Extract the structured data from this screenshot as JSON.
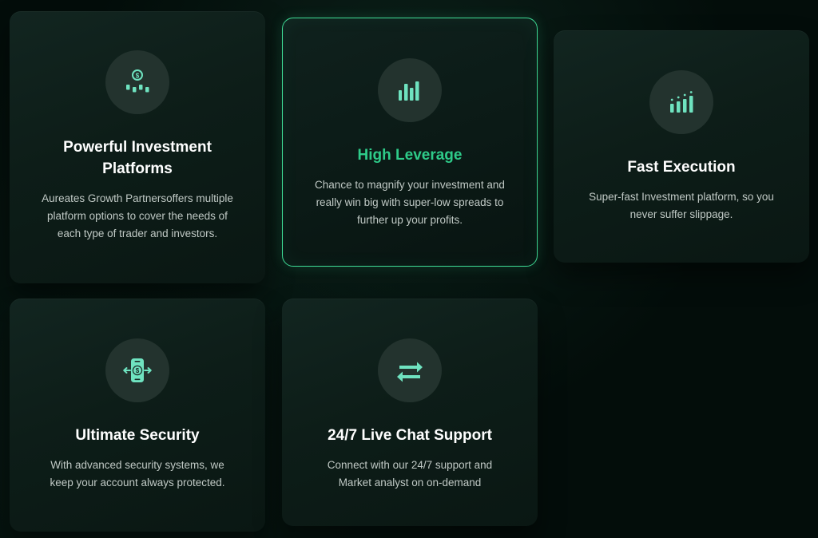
{
  "theme": {
    "page_background": "#030d0a",
    "card_background": "#10201c",
    "highlight_border": "#3fdc96",
    "highlight_title_color": "#2ecb89",
    "title_color": "#ffffff",
    "description_color": "#c0c9c5",
    "icon_circle_color": "#23332e",
    "icon_color": "#6fe3c0"
  },
  "cards": [
    {
      "title": "Powerful Investment Platforms",
      "description": "Aureates Growth Partnersoffers multiple platform options to cover the needs of each type of trader and investors.",
      "icon": "money-bars-icon",
      "highlighted": false
    },
    {
      "title": "High Leverage",
      "description": "Chance to magnify your investment and really win big with super-low spreads to further up your profits.",
      "icon": "bar-chart-icon",
      "highlighted": true
    },
    {
      "title": "Fast Execution",
      "description": "Super-fast Investment platform, so you never suffer slippage.",
      "icon": "growth-chart-icon",
      "highlighted": false
    },
    {
      "title": "Ultimate Security",
      "description": "With advanced security systems, we keep your account always protected.",
      "icon": "mobile-payment-icon",
      "highlighted": false
    },
    {
      "title": "24/7 Live Chat Support",
      "description": "Connect with our 24/7 support and Market analyst on on-demand",
      "icon": "exchange-arrows-icon",
      "highlighted": false
    }
  ]
}
